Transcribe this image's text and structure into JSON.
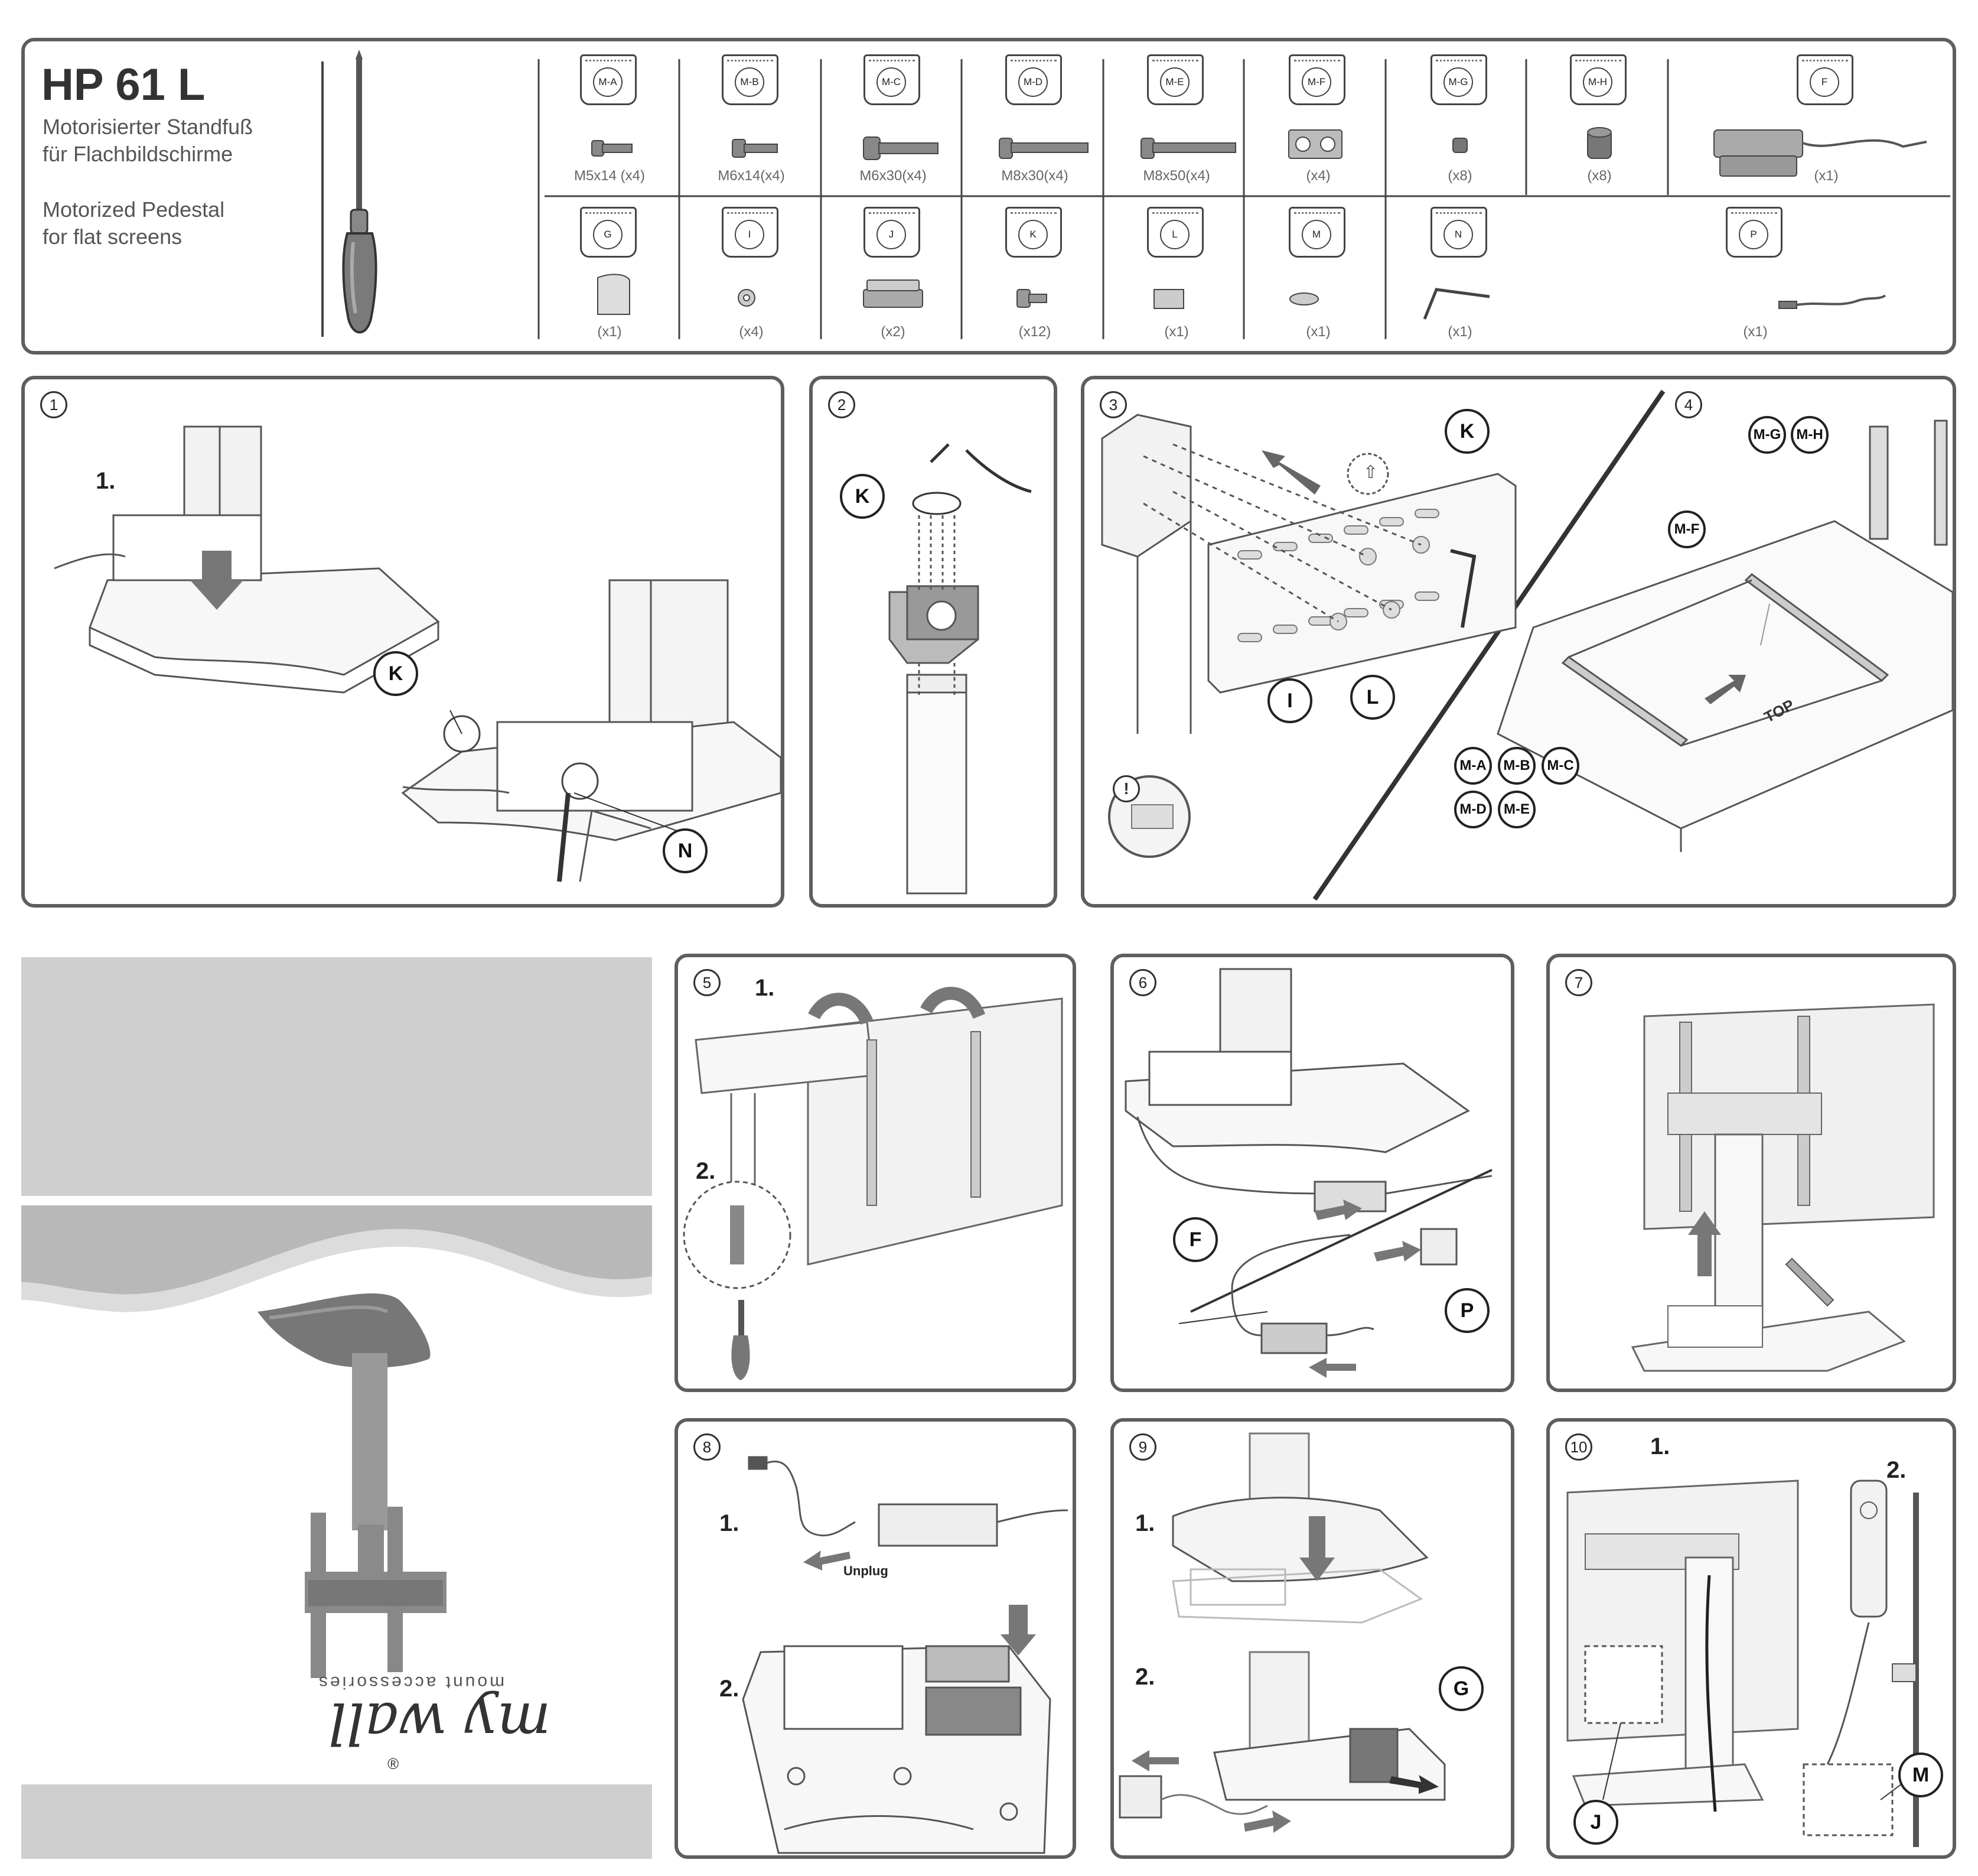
{
  "header": {
    "model": "HP 61 L",
    "desc_de_1": "Motorisierter Standfuß",
    "desc_de_2": "für Flachbildschirme",
    "desc_en_1": "Motorized Pedestal",
    "desc_en_2": "for flat screens"
  },
  "parts_row1": [
    {
      "code": "M-A",
      "qty": "M5x14 (x4)"
    },
    {
      "code": "M-B",
      "qty": "M6x14(x4)"
    },
    {
      "code": "M-C",
      "qty": "M6x30(x4)"
    },
    {
      "code": "M-D",
      "qty": "M8x30(x4)"
    },
    {
      "code": "M-E",
      "qty": "M8x50(x4)"
    },
    {
      "code": "M-F",
      "qty": "(x4)"
    },
    {
      "code": "M-G",
      "qty": "(x8)"
    },
    {
      "code": "M-H",
      "qty": "(x8)"
    },
    {
      "code": "F",
      "qty": "(x1)"
    }
  ],
  "parts_row2": [
    {
      "code": "G",
      "qty": "(x1)"
    },
    {
      "code": "I",
      "qty": "(x4)"
    },
    {
      "code": "J",
      "qty": "(x2)"
    },
    {
      "code": "K",
      "qty": "(x12)"
    },
    {
      "code": "L",
      "qty": "(x1)"
    },
    {
      "code": "M",
      "qty": "(x1)"
    },
    {
      "code": "N",
      "qty": "(x1)"
    },
    {
      "code": "P",
      "qty": "(x1)"
    }
  ],
  "steps": {
    "s1": {
      "num": "1",
      "sub1": "1.",
      "callouts": [
        "K",
        "N"
      ]
    },
    "s2": {
      "num": "2",
      "callouts": [
        "K"
      ]
    },
    "s3": {
      "num": "3",
      "callouts": [
        "K",
        "I",
        "L"
      ],
      "warn": "!"
    },
    "s4": {
      "num": "4",
      "callouts": [
        "M-G",
        "M-H",
        "M-F",
        "M-A",
        "M-B",
        "M-C",
        "M-D",
        "M-E"
      ],
      "top": "TOP"
    },
    "s5": {
      "num": "5",
      "sub1": "1.",
      "sub2": "2."
    },
    "s6": {
      "num": "6",
      "callouts": [
        "F",
        "P"
      ]
    },
    "s7": {
      "num": "7"
    },
    "s8": {
      "num": "8",
      "sub1": "1.",
      "sub2": "2.",
      "unplug": "Unplug"
    },
    "s9": {
      "num": "9",
      "sub1": "1.",
      "sub2": "2.",
      "callouts": [
        "G"
      ]
    },
    "s10": {
      "num": "10",
      "sub1": "1.",
      "sub2": "2.",
      "callouts": [
        "J",
        "M"
      ]
    }
  },
  "brand": {
    "logo": "my wall",
    "tagline": "mount accessories",
    "reg": "®"
  }
}
